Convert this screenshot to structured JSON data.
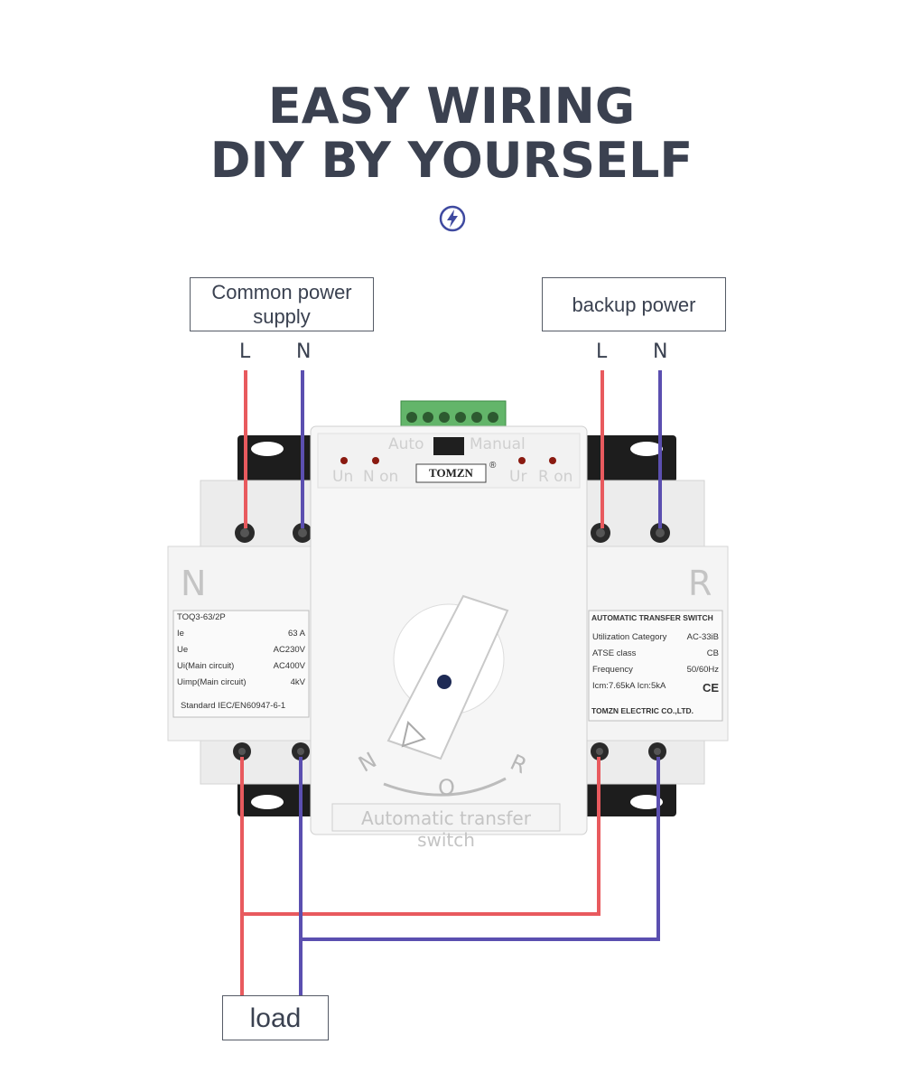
{
  "headline": {
    "line1": "EASY WIRING",
    "line2": "DIY BY YOURSELF"
  },
  "icon": "lightning-bolt-icon",
  "labels": {
    "common_power": "Common power supply",
    "backup_power": "backup power",
    "load": "load",
    "left_L": "L",
    "left_N": "N",
    "right_L": "L",
    "right_N": "N"
  },
  "device": {
    "brand": "TOMZN",
    "registered": "®",
    "auto": "Auto",
    "manual": "Manual",
    "un_on": "Un",
    "n_on": "N on",
    "ur": "Ur",
    "r_on": "R on",
    "bottom_plate": "Automatic transfer switch",
    "dial_n": "N",
    "dial_o": "O",
    "dial_r": "R"
  },
  "left_module": {
    "letter": "N",
    "model": "TOQ3-63/2P",
    "rows": [
      {
        "k": "Ie",
        "v": "63 A"
      },
      {
        "k": "Ue",
        "v": "AC230V"
      },
      {
        "k": "Ui(Main circuit)",
        "v": "AC400V"
      },
      {
        "k": "Uimp(Main circuit)",
        "v": "4kV"
      }
    ],
    "standard": "Standard IEC/EN60947-6-1"
  },
  "right_module": {
    "letter": "R",
    "heading": "AUTOMATIC TRANSFER SWITCH",
    "rows": [
      {
        "k": "Utilization Category",
        "v": "AC-33iB"
      },
      {
        "k": "ATSE class",
        "v": "CB"
      },
      {
        "k": "Frequency",
        "v": "50/60Hz"
      },
      {
        "k": "Icm:7.65kA Icn:5kA",
        "v": "CE"
      }
    ],
    "maker": "TOMZN ELECTRIC CO.,LTD."
  },
  "colors": {
    "live": "#e85a5e",
    "neutral": "#5b4fb0",
    "title": "#3b4150"
  }
}
